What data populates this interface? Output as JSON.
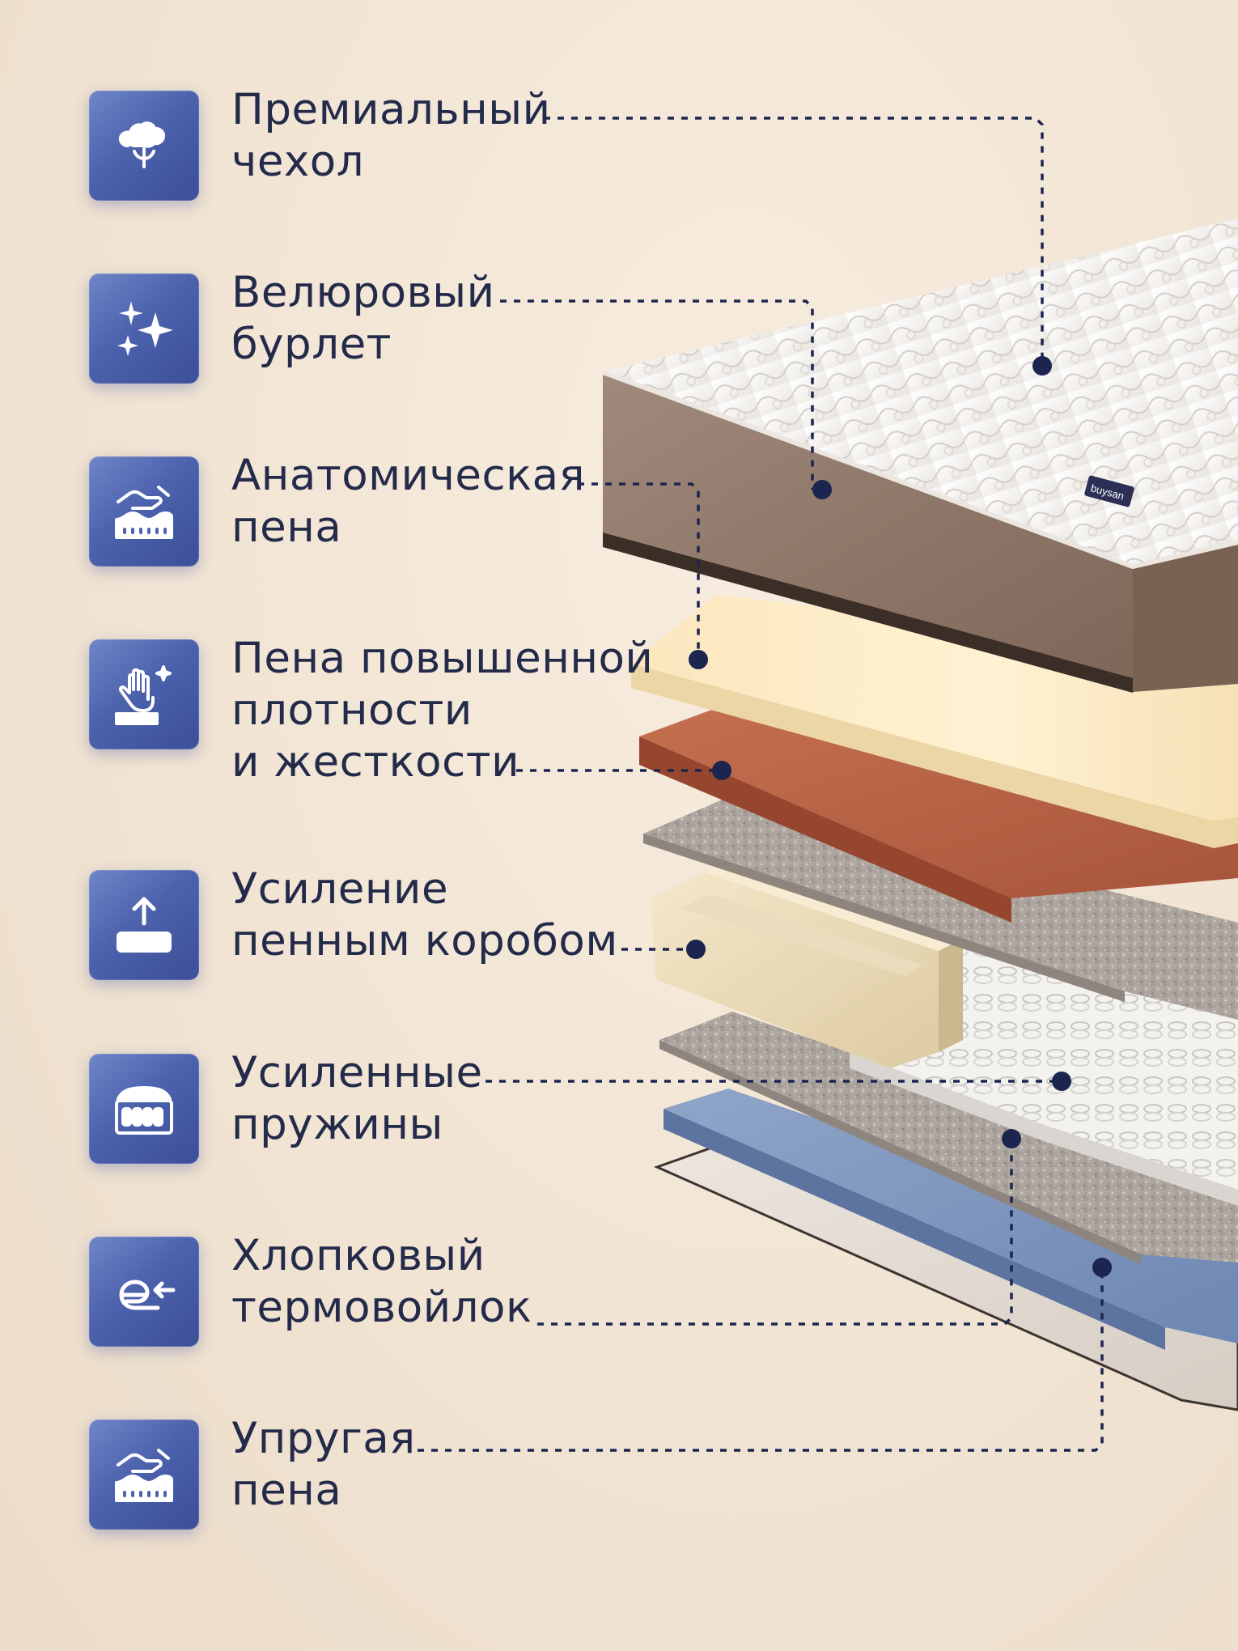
{
  "features": [
    {
      "icon": "cotton-flower-icon",
      "line1": "Премиальный",
      "line2": "чехол",
      "line3": ""
    },
    {
      "icon": "sparkles-icon",
      "line1": "Велюровый",
      "line2": "бурлет",
      "line3": ""
    },
    {
      "icon": "hand-pressing-foam-icon",
      "line1": "Анатомическая",
      "line2": "пена",
      "line3": ""
    },
    {
      "icon": "hand-sparkle-icon",
      "line1": "Пена повышенной",
      "line2": "плотности",
      "line3": "и жесткости"
    },
    {
      "icon": "upload-arrow-box-icon",
      "line1": "Усиление",
      "line2": "пенным коробом",
      "line3": ""
    },
    {
      "icon": "spring-block-icon",
      "line1": "Усиленные",
      "line2": "пружины",
      "line3": ""
    },
    {
      "icon": "thermal-felt-icon",
      "line1": "Хлопковый",
      "line2": "термовойлок",
      "line3": ""
    },
    {
      "icon": "hand-pressing-foam-icon",
      "line1": "Упругая",
      "line2": "пена",
      "line3": ""
    }
  ],
  "brand_tag": "buysan",
  "colors": {
    "background": "#f1e4d3",
    "icon_tile": "#4c62ad",
    "text": "#232a4a",
    "leader_line": "#1c2550"
  }
}
